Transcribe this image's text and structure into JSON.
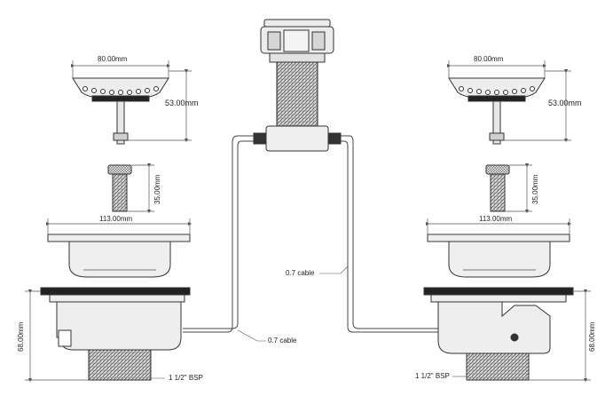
{
  "labels": {
    "basket_width_left": "80.00mm",
    "basket_width_right": "80.00mm",
    "basket_height_left": "53.00mm",
    "basket_height_right": "53.00mm",
    "screw_left": "35.00mm",
    "screw_right": "35.00mm",
    "flange_left": "113.00mm",
    "flange_right": "113.00mm",
    "body_height_left": "68.00mm",
    "body_height_right": "68.00mm",
    "cable_left": "0.7 cable",
    "cable_right": "0.7 cable",
    "bsp_left": "1 1/2\" BSP",
    "bsp_right": "1 1/2\" BSP"
  }
}
